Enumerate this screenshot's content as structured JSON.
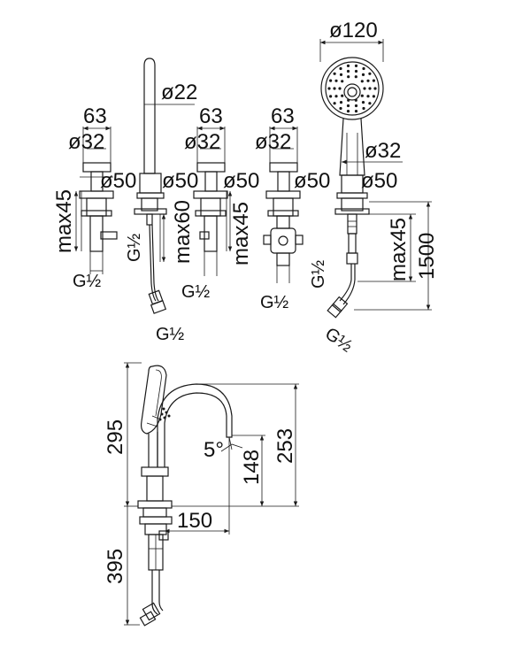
{
  "top_view": {
    "labels": {
      "w63_a": "63",
      "w63_b": "63",
      "w63_c": "63",
      "d32_a": "ø32",
      "d32_b": "ø32",
      "d32_c": "ø32",
      "d32_shower": "ø32",
      "d22": "ø22",
      "d120": "ø120",
      "d50_a": "ø50",
      "d50_b": "ø50",
      "d50_c": "ø50",
      "d50_d": "ø50",
      "d50_e": "ø50",
      "max45_a": "max45",
      "max60": "max60",
      "max45_b": "max45",
      "max45_c": "max45",
      "h1500": "1500",
      "g_a": "G½",
      "g_a_side": "G½",
      "g_b": "G½",
      "g_c": "G½",
      "g_c_side": "G½",
      "g_d": "G½",
      "g_e": "G½"
    }
  },
  "side_view": {
    "labels": {
      "h295": "295",
      "h253": "253",
      "h148": "148",
      "angle5": "5°",
      "w150": "150",
      "h395": "395"
    }
  }
}
